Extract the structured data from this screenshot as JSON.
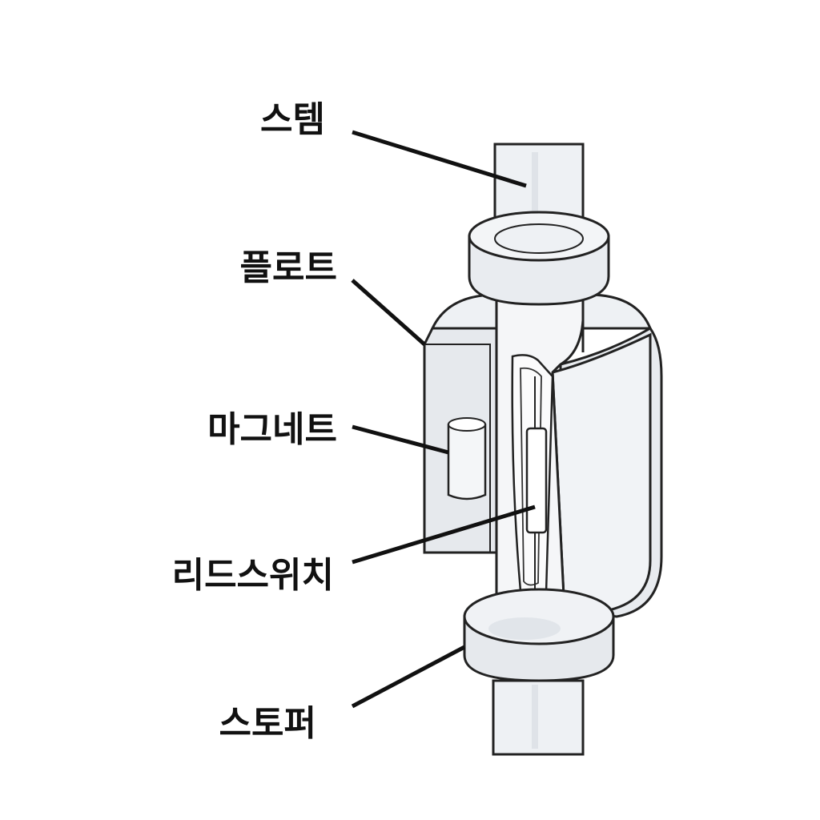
{
  "labels": {
    "stem": "스템",
    "float": "플로트",
    "magnet": "마그네트",
    "reed_switch": "리드스위치",
    "stopper": "스토퍼"
  },
  "colors": {
    "line": "#111111",
    "fill_light": "#f2f4f6",
    "fill_body": "#eaedf0",
    "fill_shadow": "#d9dde2",
    "text": "#111111"
  }
}
